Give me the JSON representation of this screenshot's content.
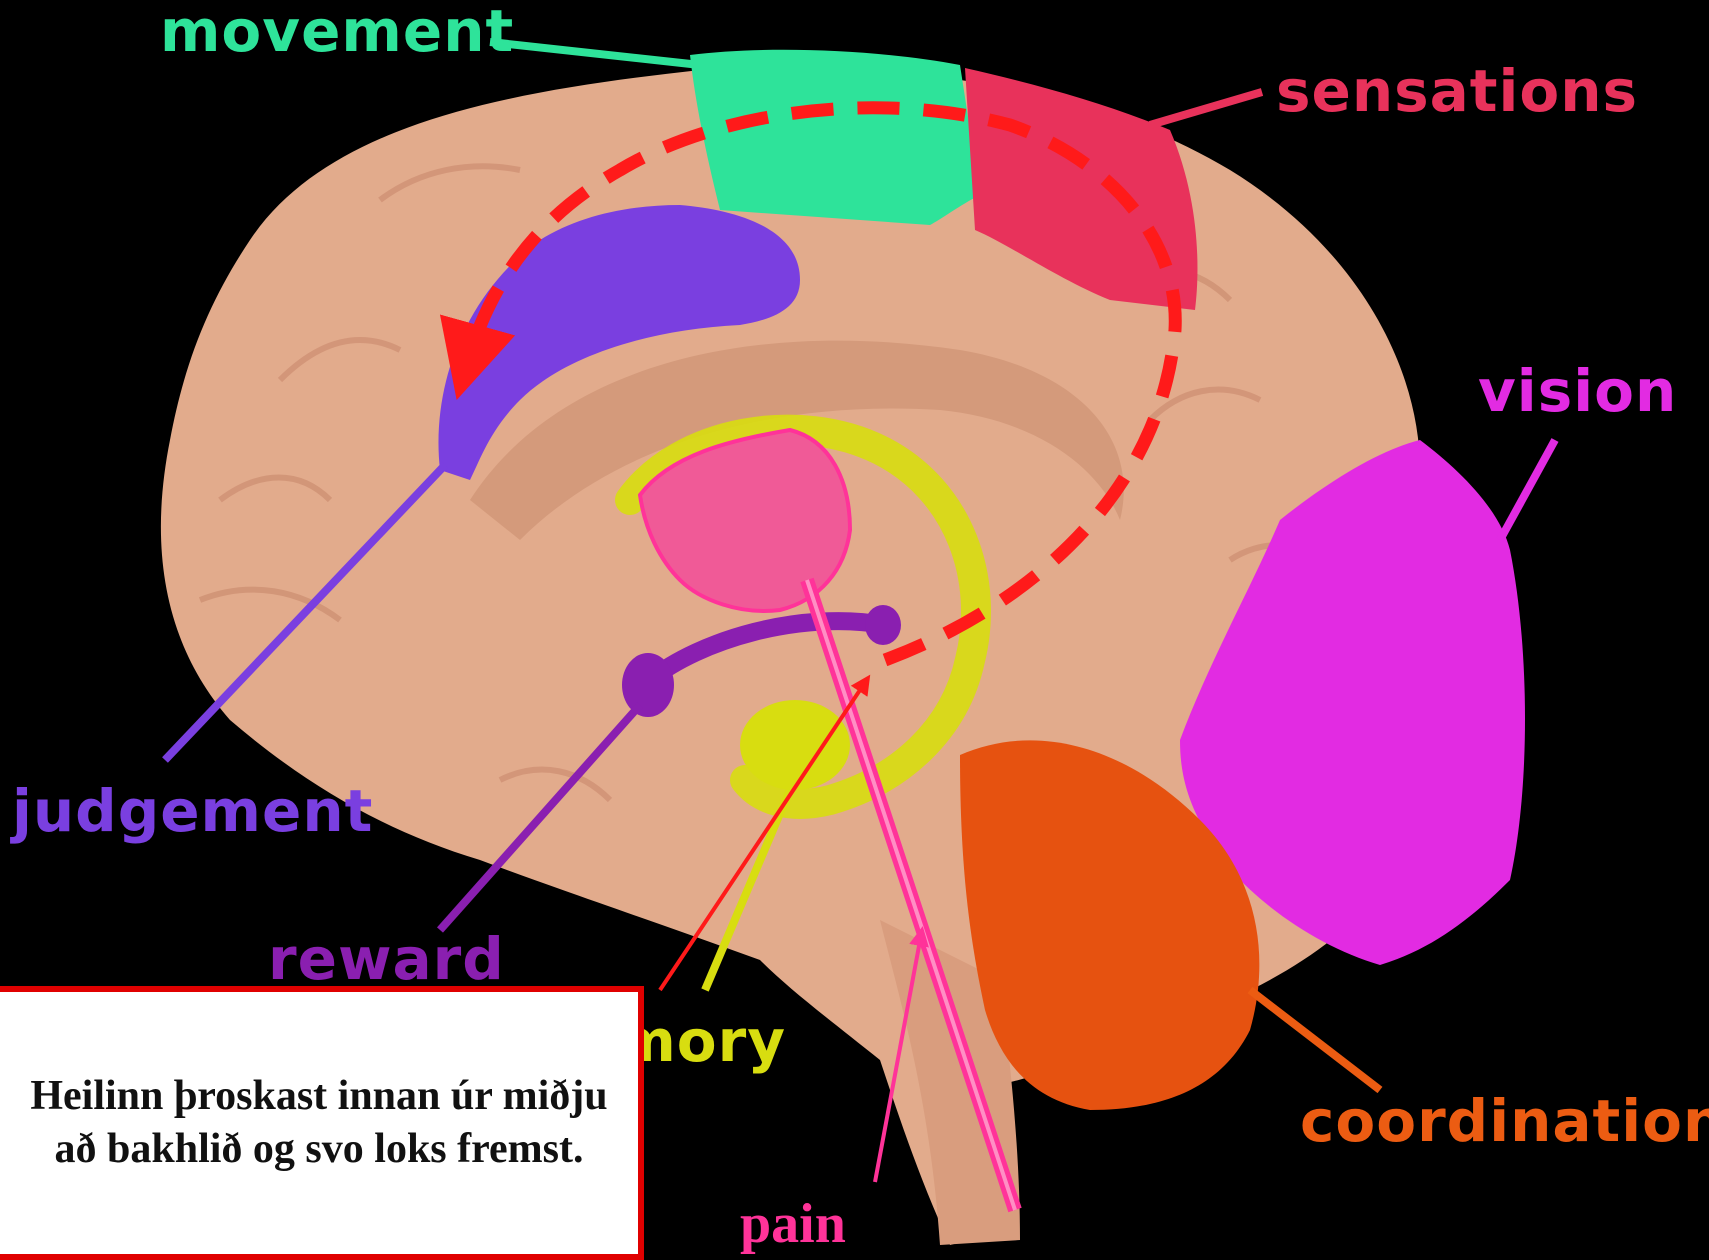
{
  "labels": {
    "movement": "movement",
    "sensations": "sensations",
    "vision": "vision",
    "judgement": "judgement",
    "reward": "reward",
    "memory": "emory",
    "coordination": "coordination",
    "pain": "pain"
  },
  "caption": "Heilinn þroskast innan úr miðju að bakhlið og svo loks fremst.",
  "colors": {
    "brain": "#e2ab8c",
    "movement": "#2ee39a",
    "sensations": "#e8325b",
    "vision": "#e22be2",
    "judgement": "#7a3fe0",
    "reward": "#8a1fb0",
    "memory": "#d8dd10",
    "coordination": "#ec5c12",
    "pain": "#ff3399",
    "arrow": "#ff1a1a"
  }
}
